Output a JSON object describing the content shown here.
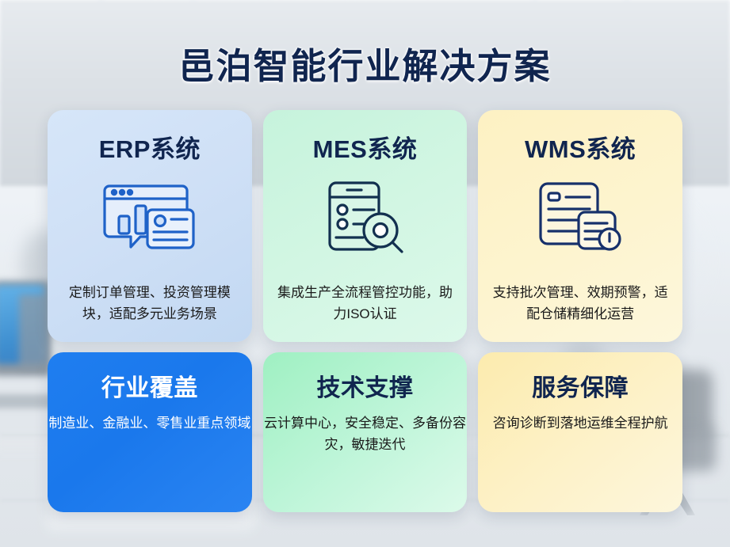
{
  "poster": {
    "title": "邑泊智能行业解决方案",
    "title_color": "#10254f",
    "background": "blurred-modern-office"
  },
  "cards": {
    "top_row": [
      {
        "title": "ERP系统",
        "desc": "定制订单管理、投资管理模块，适配多元业务场景",
        "icon": "dashboard-window-icon",
        "theme_color": "#cfe0f6",
        "text_color": "#10254f"
      },
      {
        "title": "MES系统",
        "desc": "集成生产全流程管控功能，助力ISO认证",
        "icon": "tablet-checklist-search-icon",
        "theme_color": "#cdf4de",
        "text_color": "#10254f"
      },
      {
        "title": "WMS系统",
        "desc": "支持批次管理、效期预警，适配仓储精细化运营",
        "icon": "documents-alert-icon",
        "theme_color": "#fdf2c8",
        "text_color": "#10254f"
      }
    ],
    "bottom_row": [
      {
        "title": "行业覆盖",
        "desc": "制造业、金融业、零售业重点领域",
        "theme_color": "#1e7ceb",
        "text_color": "#ffffff"
      },
      {
        "title": "技术支撑",
        "desc": "云计算中心，安全稳定、多备份容灾，敏捷迭代",
        "theme_color": "#aef2cf",
        "text_color": "#10254f"
      },
      {
        "title": "服务保障",
        "desc": "咨询诊断到落地运维全程护航",
        "theme_color": "#fcefbd",
        "text_color": "#10254f"
      }
    ]
  },
  "icon_stroke_colors": {
    "erp": "#1f62c8",
    "mes": "#12304f",
    "wms": "#16306b"
  }
}
